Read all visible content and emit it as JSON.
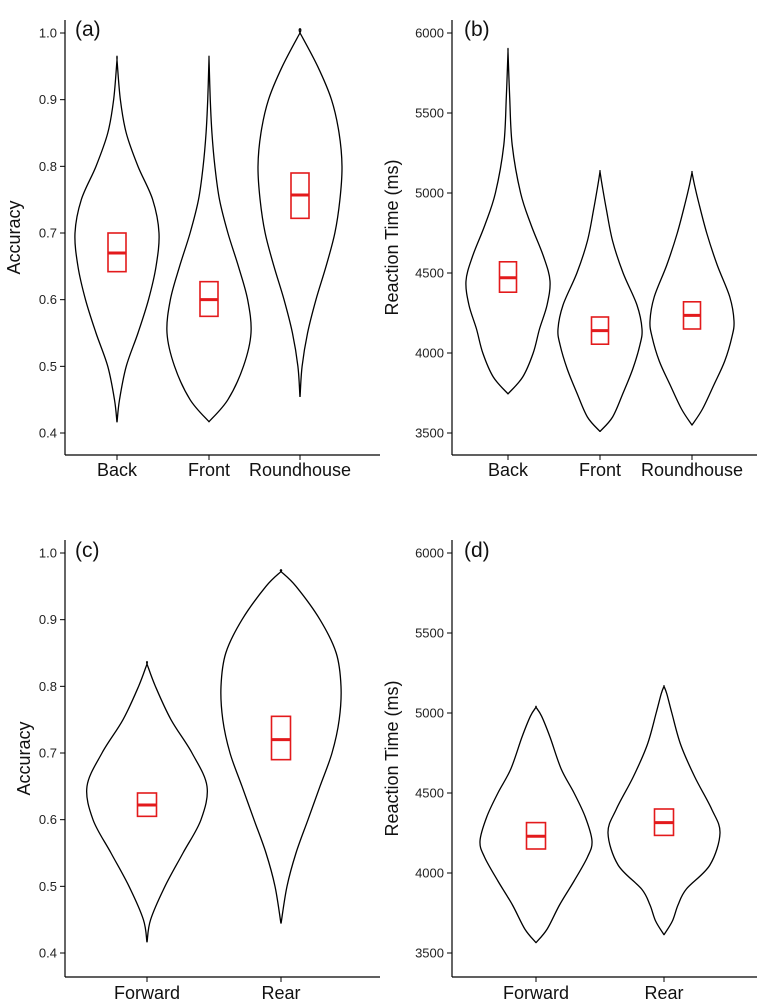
{
  "colors": {
    "violin": "#000000",
    "mean": "#e31a1c"
  },
  "chart_data": [
    {
      "panel": "(a)",
      "type": "violin",
      "ylabel": "Accuracy",
      "ylim": [
        0.4,
        1.0
      ],
      "yticks": [
        0.4,
        0.5,
        0.6,
        0.7,
        0.8,
        0.9,
        1.0
      ],
      "ytick_labels": [
        "0.4",
        "0.5",
        "0.6",
        "0.7",
        "0.8",
        "0.9",
        "1.0"
      ],
      "categories": [
        "Back",
        "Front",
        "Roundhouse"
      ],
      "groups": [
        {
          "name": "Back",
          "mean": 0.67,
          "ci": [
            0.642,
            0.7
          ],
          "min": 0.417,
          "max": 0.958,
          "density": [
            [
              0.417,
              0.002
            ],
            [
              0.45,
              0.06
            ],
            [
              0.5,
              0.22
            ],
            [
              0.55,
              0.5
            ],
            [
              0.6,
              0.75
            ],
            [
              0.65,
              0.93
            ],
            [
              0.7,
              1.0
            ],
            [
              0.75,
              0.85
            ],
            [
              0.8,
              0.5
            ],
            [
              0.85,
              0.22
            ],
            [
              0.9,
              0.08
            ],
            [
              0.958,
              0.002
            ]
          ]
        },
        {
          "name": "Front",
          "mean": 0.6,
          "ci": [
            0.575,
            0.627
          ],
          "min": 0.417,
          "max": 0.958,
          "density": [
            [
              0.417,
              0.002
            ],
            [
              0.45,
              0.45
            ],
            [
              0.5,
              0.82
            ],
            [
              0.55,
              1.0
            ],
            [
              0.6,
              0.92
            ],
            [
              0.65,
              0.7
            ],
            [
              0.7,
              0.45
            ],
            [
              0.75,
              0.25
            ],
            [
              0.8,
              0.14
            ],
            [
              0.85,
              0.07
            ],
            [
              0.9,
              0.03
            ],
            [
              0.958,
              0.002
            ]
          ]
        },
        {
          "name": "Roundhouse",
          "mean": 0.757,
          "ci": [
            0.722,
            0.79
          ],
          "min": 0.455,
          "max": 1.0,
          "density": [
            [
              0.455,
              0.002
            ],
            [
              0.5,
              0.05
            ],
            [
              0.55,
              0.18
            ],
            [
              0.6,
              0.38
            ],
            [
              0.65,
              0.62
            ],
            [
              0.7,
              0.83
            ],
            [
              0.75,
              0.95
            ],
            [
              0.8,
              1.0
            ],
            [
              0.85,
              0.93
            ],
            [
              0.9,
              0.75
            ],
            [
              0.95,
              0.42
            ],
            [
              1.0,
              0.002
            ]
          ]
        }
      ]
    },
    {
      "panel": "(b)",
      "type": "violin",
      "ylabel": "Reaction Time (ms)",
      "ylim": [
        3500,
        6000
      ],
      "yticks": [
        3500,
        4000,
        4500,
        5000,
        5500,
        6000
      ],
      "ytick_labels": [
        "3500",
        "4000",
        "4500",
        "5000",
        "5500",
        "6000"
      ],
      "categories": [
        "Back",
        "Front",
        "Roundhouse"
      ],
      "groups": [
        {
          "name": "Back",
          "mean": 4470,
          "ci": [
            4380,
            4570
          ],
          "min": 3745,
          "max": 5870,
          "density": [
            [
              3745,
              0.002
            ],
            [
              3850,
              0.35
            ],
            [
              4000,
              0.6
            ],
            [
              4150,
              0.75
            ],
            [
              4300,
              0.93
            ],
            [
              4450,
              1.0
            ],
            [
              4600,
              0.85
            ],
            [
              4800,
              0.55
            ],
            [
              5000,
              0.3
            ],
            [
              5300,
              0.1
            ],
            [
              5600,
              0.04
            ],
            [
              5870,
              0.002
            ]
          ]
        },
        {
          "name": "Front",
          "mean": 4140,
          "ci": [
            4055,
            4225
          ],
          "min": 3510,
          "max": 5130,
          "density": [
            [
              3510,
              0.002
            ],
            [
              3600,
              0.3
            ],
            [
              3750,
              0.55
            ],
            [
              3900,
              0.78
            ],
            [
              4050,
              0.95
            ],
            [
              4150,
              1.0
            ],
            [
              4300,
              0.88
            ],
            [
              4500,
              0.55
            ],
            [
              4700,
              0.3
            ],
            [
              4900,
              0.15
            ],
            [
              5050,
              0.05
            ],
            [
              5130,
              0.002
            ]
          ]
        },
        {
          "name": "Roundhouse",
          "mean": 4235,
          "ci": [
            4150,
            4320
          ],
          "min": 3550,
          "max": 5125,
          "density": [
            [
              3550,
              0.002
            ],
            [
              3650,
              0.25
            ],
            [
              3800,
              0.52
            ],
            [
              3950,
              0.78
            ],
            [
              4100,
              0.95
            ],
            [
              4200,
              1.0
            ],
            [
              4350,
              0.9
            ],
            [
              4550,
              0.6
            ],
            [
              4750,
              0.35
            ],
            [
              4950,
              0.15
            ],
            [
              5050,
              0.06
            ],
            [
              5125,
              0.002
            ]
          ]
        }
      ]
    },
    {
      "panel": "(c)",
      "type": "violin",
      "ylabel": "Accuracy",
      "ylim": [
        0.4,
        1.0
      ],
      "yticks": [
        0.4,
        0.5,
        0.6,
        0.7,
        0.8,
        0.9,
        1.0
      ],
      "ytick_labels": [
        "0.4",
        "0.5",
        "0.6",
        "0.7",
        "0.8",
        "0.9",
        "1.0"
      ],
      "categories": [
        "Forward",
        "Rear"
      ],
      "groups": [
        {
          "name": "Forward",
          "mean": 0.622,
          "ci": [
            0.605,
            0.64
          ],
          "min": 0.417,
          "max": 0.833,
          "density": [
            [
              0.417,
              0.002
            ],
            [
              0.45,
              0.06
            ],
            [
              0.5,
              0.3
            ],
            [
              0.55,
              0.6
            ],
            [
              0.6,
              0.9
            ],
            [
              0.65,
              1.0
            ],
            [
              0.7,
              0.75
            ],
            [
              0.75,
              0.4
            ],
            [
              0.8,
              0.14
            ],
            [
              0.833,
              0.002
            ]
          ]
        },
        {
          "name": "Rear",
          "mean": 0.72,
          "ci": [
            0.69,
            0.755
          ],
          "min": 0.445,
          "max": 0.972,
          "density": [
            [
              0.445,
              0.002
            ],
            [
              0.5,
              0.1
            ],
            [
              0.55,
              0.25
            ],
            [
              0.6,
              0.45
            ],
            [
              0.65,
              0.65
            ],
            [
              0.7,
              0.85
            ],
            [
              0.75,
              0.97
            ],
            [
              0.8,
              1.0
            ],
            [
              0.85,
              0.92
            ],
            [
              0.9,
              0.65
            ],
            [
              0.95,
              0.25
            ],
            [
              0.972,
              0.002
            ]
          ]
        }
      ]
    },
    {
      "panel": "(d)",
      "type": "violin",
      "ylabel": "Reaction Time (ms)",
      "ylim": [
        3500,
        6000
      ],
      "yticks": [
        3500,
        4000,
        4500,
        5000,
        5500,
        6000
      ],
      "ytick_labels": [
        "3500",
        "4000",
        "4500",
        "5000",
        "5500",
        "6000"
      ],
      "categories": [
        "Forward",
        "Rear"
      ],
      "groups": [
        {
          "name": "Forward",
          "mean": 4230,
          "ci": [
            4150,
            4315
          ],
          "min": 3565,
          "max": 5035,
          "density": [
            [
              3565,
              0.002
            ],
            [
              3650,
              0.2
            ],
            [
              3800,
              0.42
            ],
            [
              3950,
              0.68
            ],
            [
              4100,
              0.92
            ],
            [
              4200,
              1.0
            ],
            [
              4350,
              0.88
            ],
            [
              4500,
              0.68
            ],
            [
              4650,
              0.45
            ],
            [
              4850,
              0.25
            ],
            [
              4980,
              0.1
            ],
            [
              5035,
              0.002
            ]
          ]
        },
        {
          "name": "Rear",
          "mean": 4315,
          "ci": [
            4235,
            4400
          ],
          "min": 3615,
          "max": 5165,
          "density": [
            [
              3615,
              0.002
            ],
            [
              3700,
              0.15
            ],
            [
              3800,
              0.25
            ],
            [
              3900,
              0.4
            ],
            [
              4050,
              0.82
            ],
            [
              4250,
              1.0
            ],
            [
              4400,
              0.85
            ],
            [
              4600,
              0.55
            ],
            [
              4800,
              0.3
            ],
            [
              5000,
              0.14
            ],
            [
              5120,
              0.05
            ],
            [
              5165,
              0.002
            ]
          ]
        }
      ]
    }
  ]
}
